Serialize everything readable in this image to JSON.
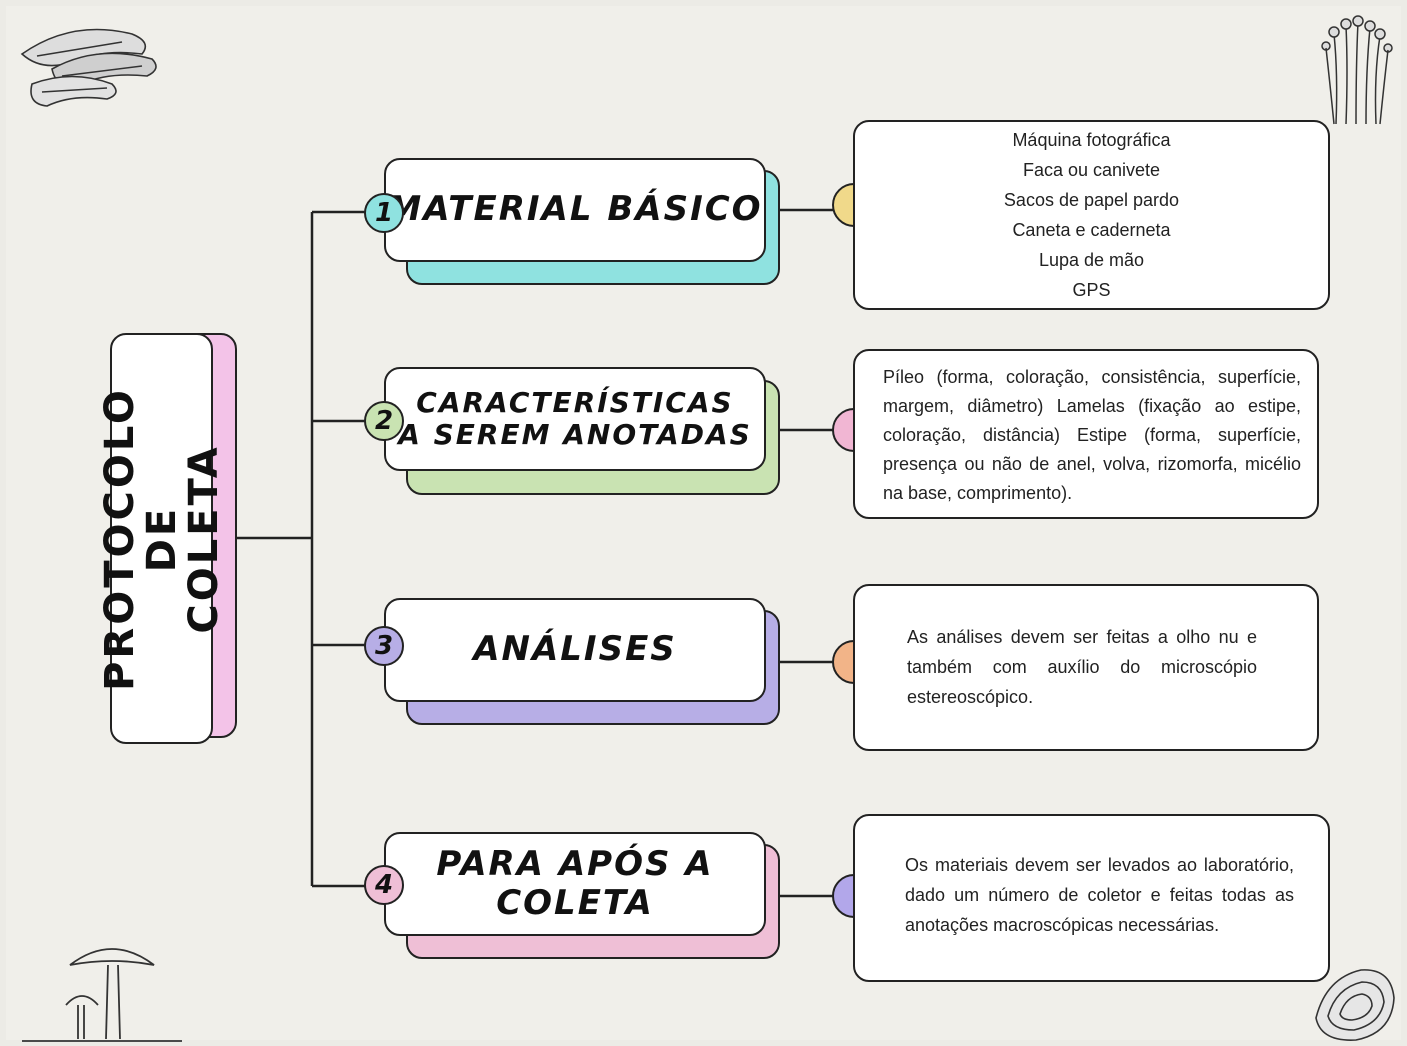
{
  "colors": {
    "main_accent": "#f3c3e8",
    "branch_1": "#8fe2e0",
    "branch_2": "#c9e3b2",
    "branch_3": "#b7aee6",
    "branch_4": "#efbfd6",
    "dot_1": "#f0d98a",
    "dot_2": "#f1b6d3",
    "dot_3": "#f2b488",
    "dot_4": "#b2a7ea"
  },
  "main": {
    "title": "PROTOCOLO DE\nCOLETA"
  },
  "branches": [
    {
      "number": "1",
      "title": "MATERIAL BÁSICO",
      "details": [
        "Máquina fotográfica",
        "Faca ou canivete",
        "Sacos de papel pardo",
        "Caneta e caderneta",
        "Lupa de mão",
        "GPS"
      ]
    },
    {
      "number": "2",
      "title": "CARACTERÍSTICAS\nA SEREM ANOTADAS",
      "details_text": "Píleo (forma, coloração, consistência, superfície, margem, diâmetro) Lamelas (fixação ao estipe, coloração, distância) Estipe (forma, superfície, presença ou não de anel, volva, rizomorfa, micélio na base, comprimento)."
    },
    {
      "number": "3",
      "title": "ANÁLISES",
      "details_text": "As análises devem ser feitas a olho nu e também com auxílio do microscópio estereoscópico."
    },
    {
      "number": "4",
      "title": "PARA APÓS A\nCOLETA",
      "details_text": "Os materiais devem ser levados ao laboratório, dado um número de coletor e feitas todas as anotações macroscópicas necessárias."
    }
  ],
  "decorations": [
    "oyster-mushroom-illustration",
    "enoki-mushroom-illustration",
    "toadstool-illustration",
    "bracket-fungus-illustration"
  ]
}
